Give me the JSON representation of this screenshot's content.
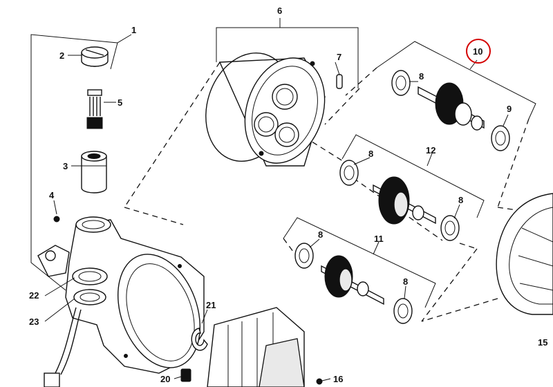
{
  "callouts": {
    "c1": "1",
    "c2": "2",
    "c3": "3",
    "c4": "4",
    "c5": "5",
    "c6": "6",
    "c7": "7",
    "c8a": "8",
    "c8b": "8",
    "c8c": "8",
    "c8d": "8",
    "c8e": "8",
    "c9": "9",
    "c10": "10",
    "c11": "11",
    "c12": "12",
    "c15": "15",
    "c16": "16",
    "c20": "20",
    "c21": "21",
    "c22": "22",
    "c23": "23"
  },
  "highlight": {
    "callout": "10",
    "color": "#d40000"
  },
  "colors": {
    "line": "#111111",
    "background": "#ffffff"
  }
}
